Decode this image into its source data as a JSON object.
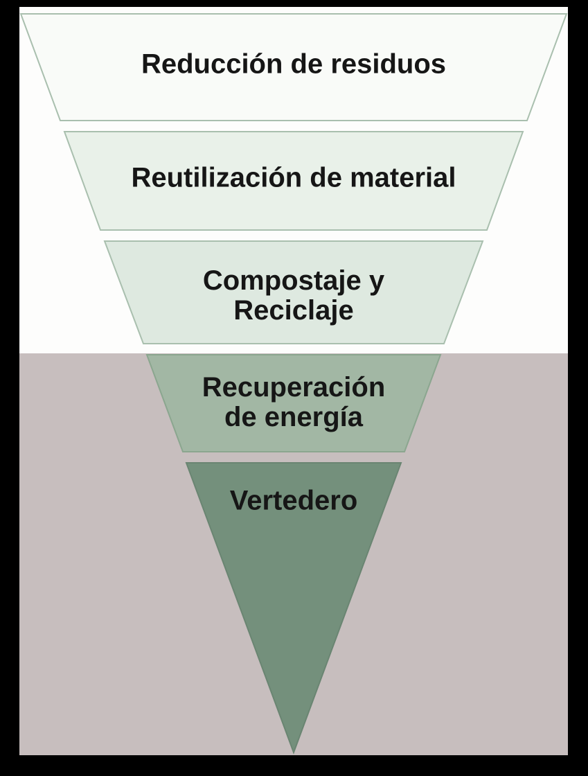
{
  "diagram": {
    "type": "inverted-pyramid-funnel",
    "language": "es",
    "levels": [
      {
        "label": "Reducción de residuos",
        "fill": "#f9fbf8",
        "stroke": "#a9bfae"
      },
      {
        "label": "Reutilización de material",
        "fill": "#e9f1e9",
        "stroke": "#a9bfae"
      },
      {
        "label": "Compostaje y Reciclaje",
        "fill": "#deE9e0",
        "stroke": "#a9bfae"
      },
      {
        "label": "Recuperación de energía",
        "fill": "#a2b7a4",
        "stroke": "#8ba68f"
      },
      {
        "label": "Vertedero",
        "fill": "#74907c",
        "stroke": "#6a8572"
      }
    ],
    "text_color": "#161616",
    "background": {
      "frame": "#000000",
      "top": "#fdfdfc",
      "bottom": "#c7bebe"
    }
  }
}
